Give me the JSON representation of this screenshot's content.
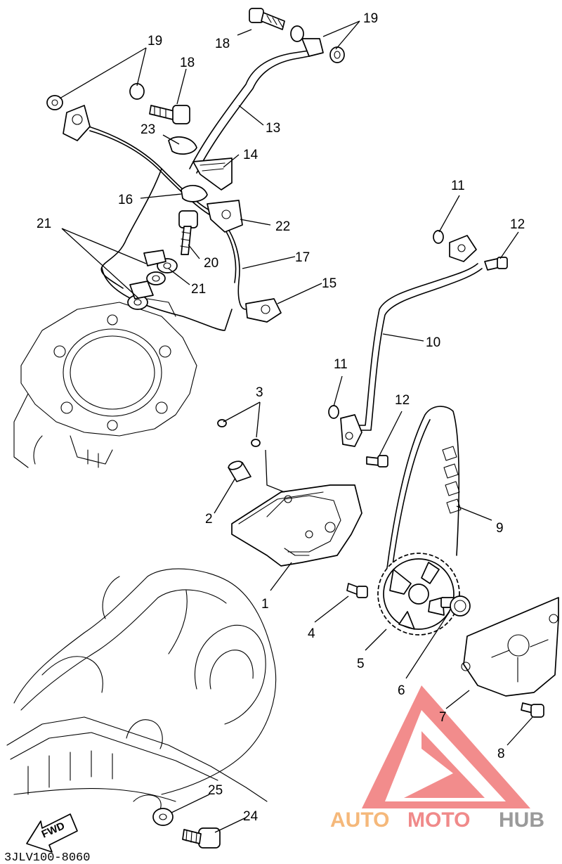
{
  "diagram_code": "3JLV100-8060",
  "fwd_label": "FWD",
  "brand": {
    "auto": "AUTO",
    "moto": "MOTO",
    "hub": "HUB",
    "auto_color": "#f5b87a",
    "moto_color": "#f08a8a",
    "hub_color": "#9a9a9a",
    "triangle_color": "#f07878"
  },
  "callouts": {
    "c1": "1",
    "c2": "2",
    "c3": "3",
    "c4": "4",
    "c5": "5",
    "c6": "6",
    "c7": "7",
    "c8": "8",
    "c9": "9",
    "c10": "10",
    "c11a": "11",
    "c11b": "11",
    "c12a": "12",
    "c12b": "12",
    "c13": "13",
    "c14": "14",
    "c15": "15",
    "c16": "16",
    "c17": "17",
    "c18a": "18",
    "c18b": "18",
    "c19a": "19",
    "c19b": "19",
    "c20": "20",
    "c21a": "21",
    "c21b": "21",
    "c22": "22",
    "c23": "23",
    "c24": "24",
    "c25": "25"
  }
}
